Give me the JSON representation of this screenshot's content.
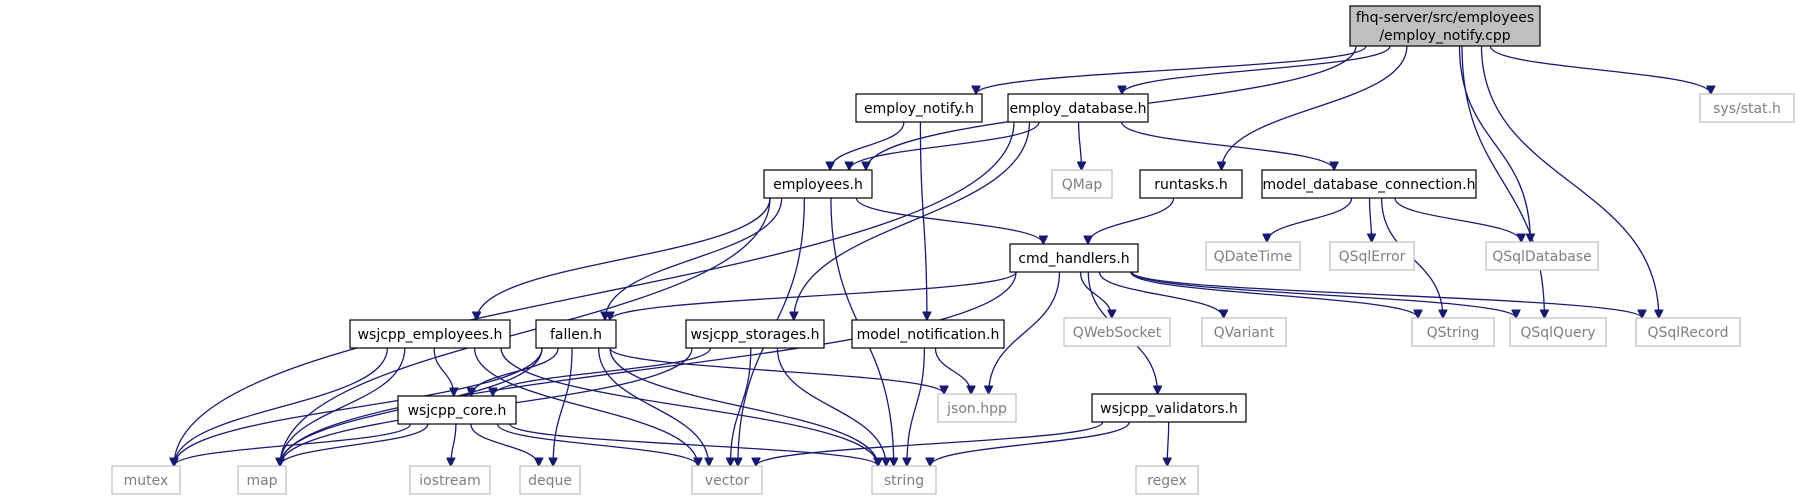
{
  "graph": {
    "nodes": [
      {
        "id": "employ_notify_cpp",
        "lines": [
          "fhq-server/src/employees",
          "/employ_notify.cpp"
        ],
        "kind": "main"
      },
      {
        "id": "employ_notify_h",
        "lines": [
          "employ_notify.h"
        ],
        "kind": "proj"
      },
      {
        "id": "employ_database_h",
        "lines": [
          "employ_database.h"
        ],
        "kind": "proj"
      },
      {
        "id": "sys_stat_h",
        "lines": [
          "sys/stat.h"
        ],
        "kind": "ext"
      },
      {
        "id": "employees_h",
        "lines": [
          "employees.h"
        ],
        "kind": "proj"
      },
      {
        "id": "qmap",
        "lines": [
          "QMap"
        ],
        "kind": "ext"
      },
      {
        "id": "runtasks_h",
        "lines": [
          "runtasks.h"
        ],
        "kind": "proj"
      },
      {
        "id": "model_database_connection_h",
        "lines": [
          "model_database_connection.h"
        ],
        "kind": "proj"
      },
      {
        "id": "cmd_handlers_h",
        "lines": [
          "cmd_handlers.h"
        ],
        "kind": "proj"
      },
      {
        "id": "qdatetime",
        "lines": [
          "QDateTime"
        ],
        "kind": "ext"
      },
      {
        "id": "qsqlerror",
        "lines": [
          "QSqlError"
        ],
        "kind": "ext"
      },
      {
        "id": "qsqldatabase",
        "lines": [
          "QSqlDatabase"
        ],
        "kind": "ext"
      },
      {
        "id": "wsjcpp_employees_h",
        "lines": [
          "wsjcpp_employees.h"
        ],
        "kind": "proj"
      },
      {
        "id": "fallen_h",
        "lines": [
          "fallen.h"
        ],
        "kind": "proj"
      },
      {
        "id": "wsjcpp_storages_h",
        "lines": [
          "wsjcpp_storages.h"
        ],
        "kind": "proj"
      },
      {
        "id": "model_notification_h",
        "lines": [
          "model_notification.h"
        ],
        "kind": "proj"
      },
      {
        "id": "qwebsocket",
        "lines": [
          "QWebSocket"
        ],
        "kind": "ext"
      },
      {
        "id": "qvariant",
        "lines": [
          "QVariant"
        ],
        "kind": "ext"
      },
      {
        "id": "qstring",
        "lines": [
          "QString"
        ],
        "kind": "ext"
      },
      {
        "id": "qsqlquery",
        "lines": [
          "QSqlQuery"
        ],
        "kind": "ext"
      },
      {
        "id": "qsqlrecord",
        "lines": [
          "QSqlRecord"
        ],
        "kind": "ext"
      },
      {
        "id": "wsjcpp_core_h",
        "lines": [
          "wsjcpp_core.h"
        ],
        "kind": "proj"
      },
      {
        "id": "json_hpp",
        "lines": [
          "json.hpp"
        ],
        "kind": "ext"
      },
      {
        "id": "wsjcpp_validators_h",
        "lines": [
          "wsjcpp_validators.h"
        ],
        "kind": "proj"
      },
      {
        "id": "mutex",
        "lines": [
          "mutex"
        ],
        "kind": "ext"
      },
      {
        "id": "map",
        "lines": [
          "map"
        ],
        "kind": "ext"
      },
      {
        "id": "iostream",
        "lines": [
          "iostream"
        ],
        "kind": "ext"
      },
      {
        "id": "deque",
        "lines": [
          "deque"
        ],
        "kind": "ext"
      },
      {
        "id": "vector",
        "lines": [
          "vector"
        ],
        "kind": "ext"
      },
      {
        "id": "string",
        "lines": [
          "string"
        ],
        "kind": "ext"
      },
      {
        "id": "regex",
        "lines": [
          "regex"
        ],
        "kind": "ext"
      }
    ],
    "edges": [
      [
        "employ_notify_cpp",
        "employ_notify_h"
      ],
      [
        "employ_notify_cpp",
        "employ_database_h"
      ],
      [
        "employ_notify_cpp",
        "employees_h"
      ],
      [
        "employ_notify_cpp",
        "runtasks_h"
      ],
      [
        "employ_notify_cpp",
        "qsqldatabase"
      ],
      [
        "employ_notify_cpp",
        "qsqlquery"
      ],
      [
        "employ_notify_cpp",
        "qsqlrecord"
      ],
      [
        "employ_notify_cpp",
        "sys_stat_h"
      ],
      [
        "employ_notify_h",
        "employees_h"
      ],
      [
        "employ_notify_h",
        "model_notification_h"
      ],
      [
        "employ_database_h",
        "employees_h"
      ],
      [
        "employ_database_h",
        "qmap"
      ],
      [
        "employ_database_h",
        "model_database_connection_h"
      ],
      [
        "employ_database_h",
        "mutex"
      ],
      [
        "employ_database_h",
        "wsjcpp_storages_h"
      ],
      [
        "employees_h",
        "cmd_handlers_h"
      ],
      [
        "employees_h",
        "wsjcpp_employees_h"
      ],
      [
        "employees_h",
        "fallen_h"
      ],
      [
        "employees_h",
        "map"
      ],
      [
        "employees_h",
        "vector"
      ],
      [
        "employees_h",
        "string"
      ],
      [
        "runtasks_h",
        "cmd_handlers_h"
      ],
      [
        "model_database_connection_h",
        "qdatetime"
      ],
      [
        "model_database_connection_h",
        "qsqlerror"
      ],
      [
        "model_database_connection_h",
        "qsqldatabase"
      ],
      [
        "model_database_connection_h",
        "qstring"
      ],
      [
        "cmd_handlers_h",
        "fallen_h"
      ],
      [
        "cmd_handlers_h",
        "map"
      ],
      [
        "cmd_handlers_h",
        "json_hpp"
      ],
      [
        "cmd_handlers_h",
        "qwebsocket"
      ],
      [
        "cmd_handlers_h",
        "qvariant"
      ],
      [
        "cmd_handlers_h",
        "qstring"
      ],
      [
        "cmd_handlers_h",
        "qsqlquery"
      ],
      [
        "cmd_handlers_h",
        "qsqlrecord"
      ],
      [
        "cmd_handlers_h",
        "wsjcpp_validators_h"
      ],
      [
        "wsjcpp_employees_h",
        "wsjcpp_core_h"
      ],
      [
        "wsjcpp_employees_h",
        "mutex"
      ],
      [
        "wsjcpp_employees_h",
        "map"
      ],
      [
        "wsjcpp_employees_h",
        "vector"
      ],
      [
        "wsjcpp_employees_h",
        "string"
      ],
      [
        "fallen_h",
        "wsjcpp_core_h"
      ],
      [
        "fallen_h",
        "json_hpp"
      ],
      [
        "fallen_h",
        "mutex"
      ],
      [
        "fallen_h",
        "map"
      ],
      [
        "fallen_h",
        "deque"
      ],
      [
        "fallen_h",
        "vector"
      ],
      [
        "fallen_h",
        "string"
      ],
      [
        "wsjcpp_storages_h",
        "wsjcpp_core_h"
      ],
      [
        "wsjcpp_storages_h",
        "map"
      ],
      [
        "wsjcpp_storages_h",
        "vector"
      ],
      [
        "wsjcpp_storages_h",
        "string"
      ],
      [
        "model_notification_h",
        "json_hpp"
      ],
      [
        "model_notification_h",
        "string"
      ],
      [
        "wsjcpp_core_h",
        "mutex"
      ],
      [
        "wsjcpp_core_h",
        "map"
      ],
      [
        "wsjcpp_core_h",
        "iostream"
      ],
      [
        "wsjcpp_core_h",
        "deque"
      ],
      [
        "wsjcpp_core_h",
        "vector"
      ],
      [
        "wsjcpp_core_h",
        "string"
      ],
      [
        "wsjcpp_validators_h",
        "regex"
      ],
      [
        "wsjcpp_validators_h",
        "vector"
      ],
      [
        "wsjcpp_validators_h",
        "string"
      ]
    ]
  },
  "colors": {
    "edge": "#191970",
    "main_fill": "#bfbfbf",
    "project_border": "#000000",
    "external_border": "#bfbfbf",
    "external_text": "#7f7f7f"
  }
}
